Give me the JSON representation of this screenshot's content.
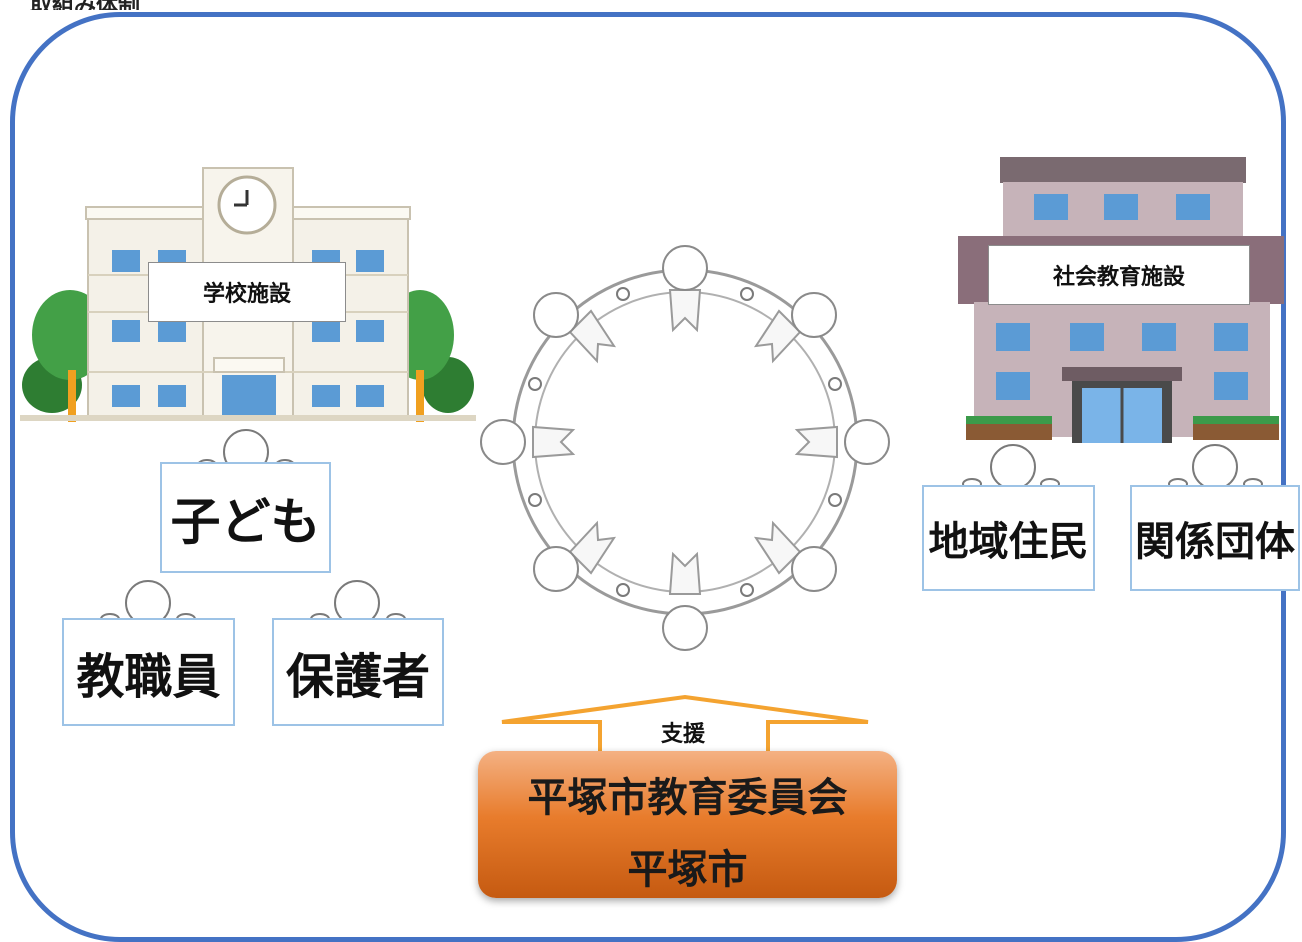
{
  "header": {
    "cut_text": "取組み体制"
  },
  "school": {
    "label": "学校施設"
  },
  "social_facility": {
    "label": "社会教育施設"
  },
  "people": {
    "child": "子ども",
    "staff": "教職員",
    "guardian": "保護者",
    "residents": "地域住民",
    "groups": "関係団体"
  },
  "support": {
    "label": "支援"
  },
  "organization": {
    "line1": "平塚市教育委員会",
    "line2": "平塚市"
  },
  "colors": {
    "frame": "#4472c4",
    "sign_border": "#9dc3e6",
    "arrow": "#f4a330",
    "org": "#e87c2c"
  }
}
